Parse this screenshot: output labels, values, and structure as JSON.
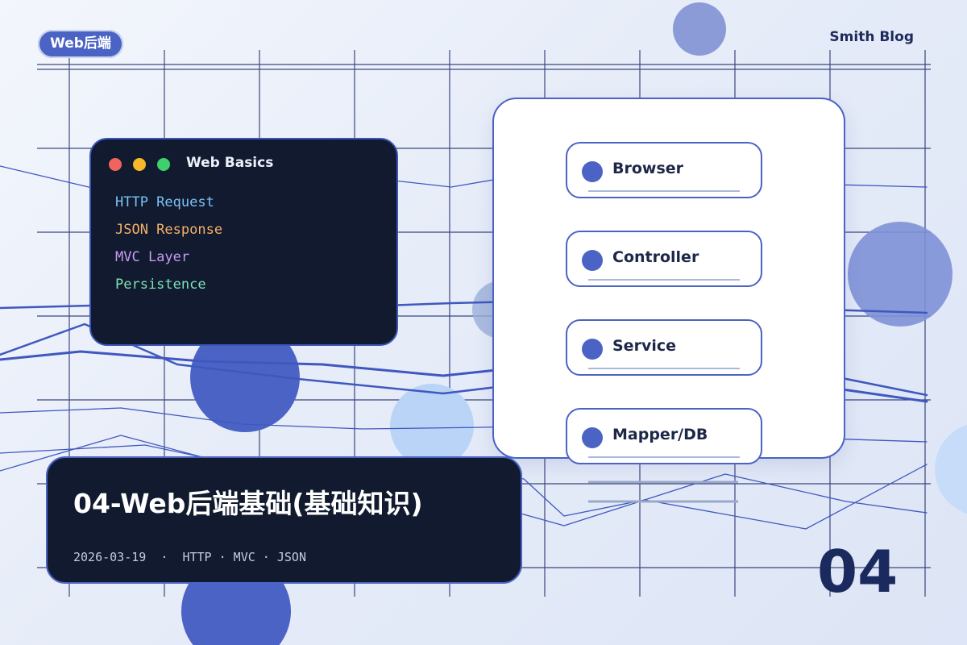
{
  "category_tag": "Web后端",
  "blog_name": "Smith Blog",
  "terminal": {
    "title": "Web Basics",
    "lines": [
      "HTTP Request",
      "JSON Response",
      "MVC Layer",
      "Persistence"
    ]
  },
  "flow": {
    "nodes": [
      "Browser",
      "Controller",
      "Service",
      "Mapper/DB"
    ]
  },
  "post": {
    "title": "04-Web后端基础(基础知识)",
    "meta": "2026-03-19  ·  HTTP · MVC · JSON"
  },
  "episode_number": "04",
  "colors": {
    "accent": "#4a63c4",
    "dark_card": "#111a2e",
    "title_number": "#1b2a5e"
  }
}
